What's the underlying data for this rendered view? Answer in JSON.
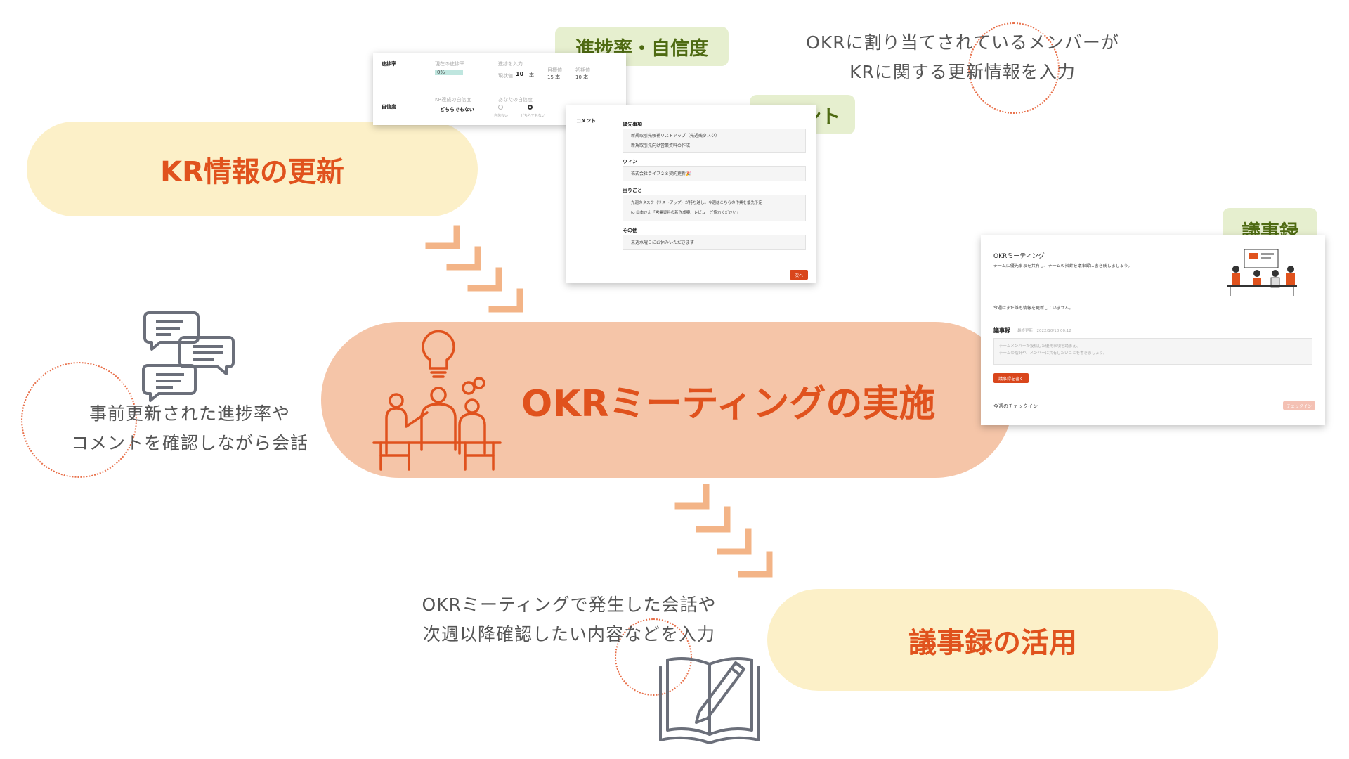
{
  "steps": {
    "kr_update": "KR情報の更新",
    "meeting": "OKRミーティングの実施",
    "minutes_use": "議事録の活用"
  },
  "notes": {
    "top_line1": "OKRに割り当てされているメンバーが",
    "top_line2": "KRに関する更新情報を入力",
    "left_line1": "事前更新された進捗率や",
    "left_line2": "コメントを確認しながら会話",
    "bottom_line1": "OKRミーティングで発生した会話や",
    "bottom_line2": "次週以降確認したい内容などを入力"
  },
  "tags": {
    "progress": "進捗率・自信度",
    "comment": "コメント",
    "minutes": "議事録"
  },
  "screens": {
    "progress": {
      "row1_label": "進捗率",
      "row1_col1_head": "現在の進捗率",
      "row1_col1_badge": "0%",
      "row1_col2_head": "進捗を入力",
      "row1_col2_sub": "現状値",
      "row1_col2_value": "10",
      "row1_col2_unit": "本",
      "row1_col3_head": "目標値",
      "row1_col3_value": "15 本",
      "row1_col4_head": "初期値",
      "row1_col4_value": "10 本",
      "row2_label": "自信度",
      "row2_col1_head": "KR達成の自信度",
      "row2_col1_value": "どちらでもない",
      "row2_col2_head": "あなたの自信度",
      "row2_opt1": "自信ない",
      "row2_opt2": "どちらでもない"
    },
    "comment": {
      "label": "コメント",
      "s1_title": "優先事項",
      "s1_item1": "新規取引先候補リストアップ（先週残タスク）",
      "s1_item2": "新規取引先向け営業資料の作成",
      "s2_title": "ウィン",
      "s2_item1": "株式会社ライフ２８契約更新🎉",
      "s3_title": "困りごと",
      "s3_item1": "先週のタスク（リストアップ）が持ち越し。今週はこちらの作業を優先予定",
      "s3_item2": "to 山本さん「営業資料の新作成案、レビューご協力ください」",
      "s4_title": "その他",
      "s4_item1": "来週水曜日にお休みいただきます",
      "button": "次へ"
    },
    "minutes": {
      "title": "OKRミーティング",
      "desc": "チームに優先事項を共有し、チームの指針を議事録に書き残しましょう。",
      "status": "今週はまだ誰も情報を更新していません。",
      "section": "議事録",
      "updated": "最終更新：2022/10/18 00:12",
      "placeholder1": "チームメンバーが投稿した優先事項を踏まえ、",
      "placeholder2": "チームの指針や、メンバーに共有したいことを書きましょう。",
      "write_button": "議事録を書く",
      "checkin": "今週のチェックイン",
      "checkin_button": "チェックイン"
    }
  },
  "colors": {
    "accent": "#e0521d",
    "pill_light": "#fcf0c8",
    "pill_main": "#f5c5a8",
    "tag_bg": "#e6efcf",
    "tag_text": "#4e6a12",
    "chevron": "#f3b487",
    "icon_gray": "#6b6f7a"
  },
  "icons": [
    "chat-bubbles-icon",
    "meeting-people-icon",
    "notebook-pen-icon",
    "chevron-arrows-icon"
  ]
}
